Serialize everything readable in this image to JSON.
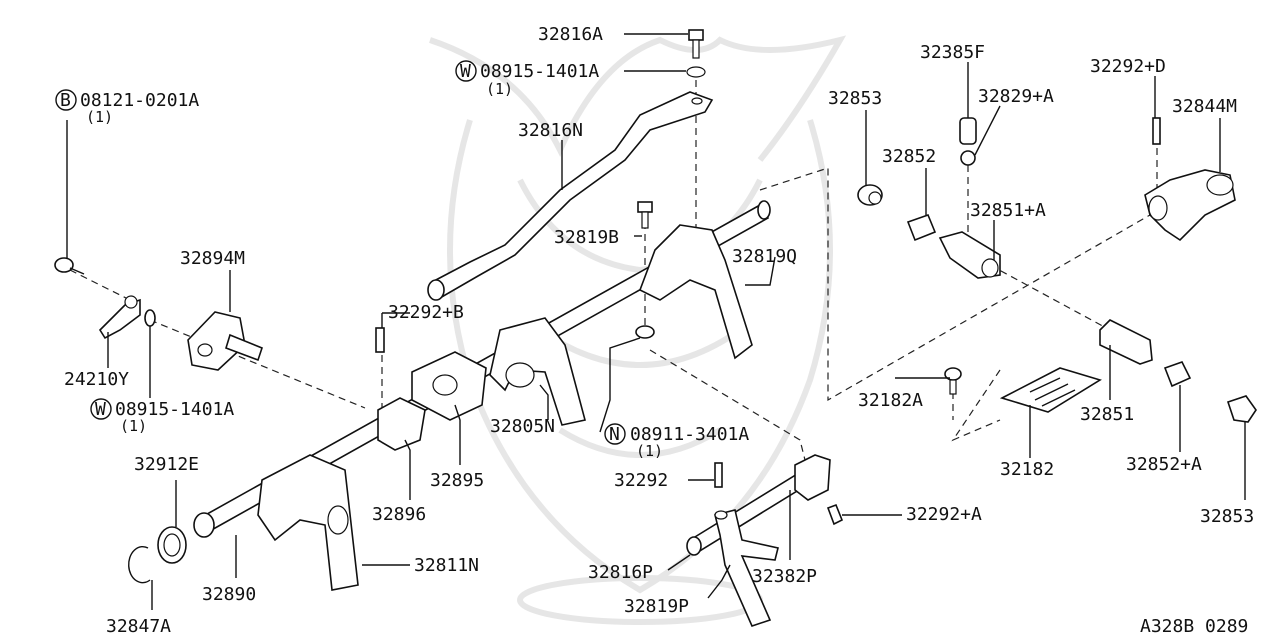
{
  "diagram": {
    "reference_code": "A328B 0289",
    "labels": [
      {
        "id": "p32816A",
        "text": "32816A"
      },
      {
        "id": "p08915a",
        "prefix": "W",
        "text": "08915-1401A",
        "qty": "(1)"
      },
      {
        "id": "p08121",
        "prefix": "B",
        "text": "08121-0201A",
        "qty": "(1)"
      },
      {
        "id": "p32816N",
        "text": "32816N"
      },
      {
        "id": "p32385F",
        "text": "32385F"
      },
      {
        "id": "p32829A",
        "text": "32829+A"
      },
      {
        "id": "p32292D",
        "text": "32292+D"
      },
      {
        "id": "p32853a",
        "text": "32853"
      },
      {
        "id": "p32844M",
        "text": "32844M"
      },
      {
        "id": "p32852",
        "text": "32852"
      },
      {
        "id": "p32851A",
        "text": "32851+A"
      },
      {
        "id": "p32819B",
        "text": "32819B"
      },
      {
        "id": "p32894M",
        "text": "32894M"
      },
      {
        "id": "p32819Q",
        "text": "32819Q"
      },
      {
        "id": "p32292B",
        "text": "32292+B"
      },
      {
        "id": "p24210Y",
        "text": "24210Y"
      },
      {
        "id": "p08915b",
        "prefix": "W",
        "text": "08915-1401A",
        "qty": "(1)"
      },
      {
        "id": "p32182A",
        "text": "32182A"
      },
      {
        "id": "p32851",
        "text": "32851"
      },
      {
        "id": "p32805N",
        "text": "32805N"
      },
      {
        "id": "p08911",
        "prefix": "N",
        "text": "08911-3401A",
        "qty": "(1)"
      },
      {
        "id": "p32912E",
        "text": "32912E"
      },
      {
        "id": "p32895",
        "text": "32895"
      },
      {
        "id": "p32182",
        "text": "32182"
      },
      {
        "id": "p32852A",
        "text": "32852+A"
      },
      {
        "id": "p32292",
        "text": "32292"
      },
      {
        "id": "p32896",
        "text": "32896"
      },
      {
        "id": "p32292A",
        "text": "32292+A"
      },
      {
        "id": "p32853b",
        "text": "32853"
      },
      {
        "id": "p32811N",
        "text": "32811N"
      },
      {
        "id": "p32816P",
        "text": "32816P"
      },
      {
        "id": "p32382P",
        "text": "32382P"
      },
      {
        "id": "p32890",
        "text": "32890"
      },
      {
        "id": "p32819P",
        "text": "32819P"
      },
      {
        "id": "p32847A",
        "text": "32847A"
      }
    ]
  }
}
